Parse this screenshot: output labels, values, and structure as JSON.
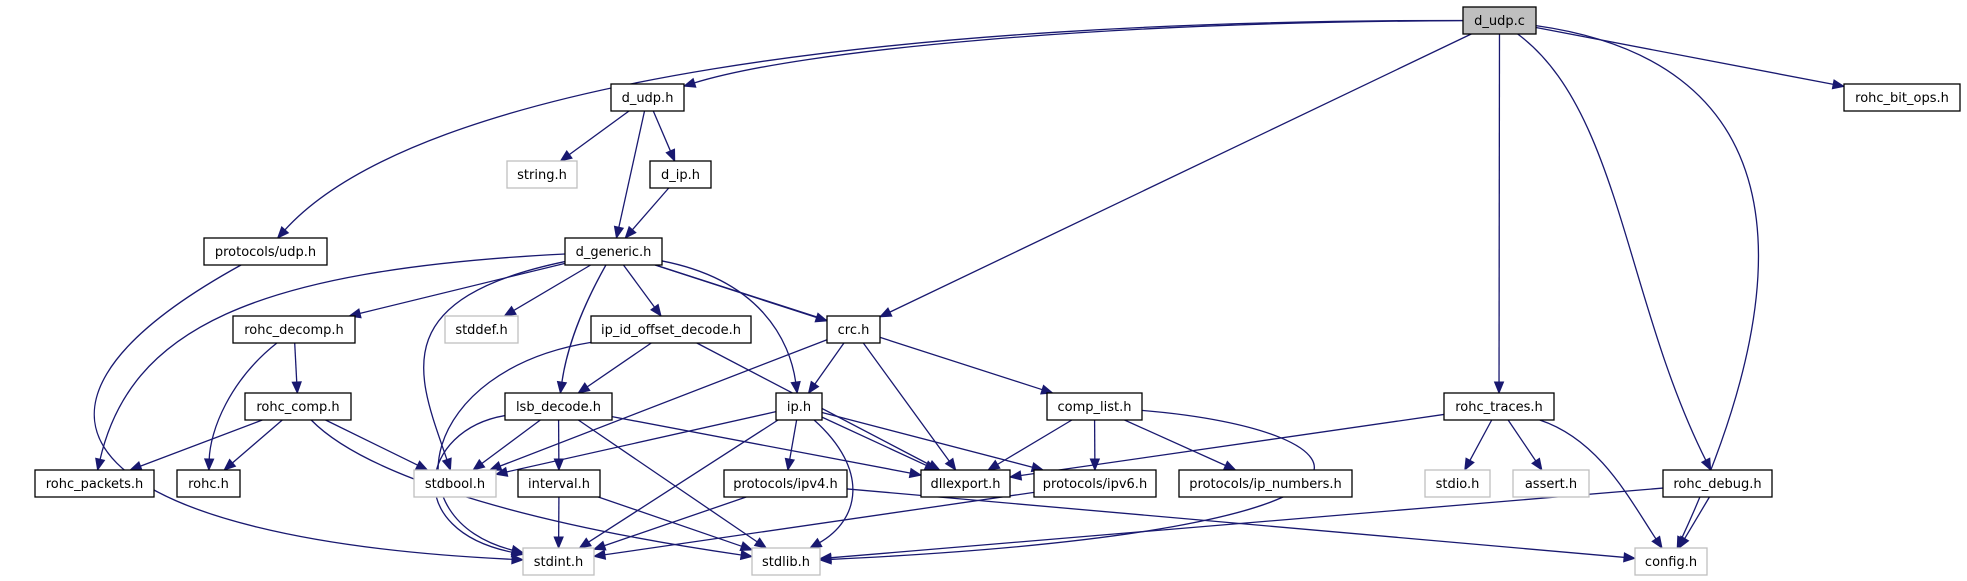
{
  "title": "d_udp.c include dependency graph",
  "colors": {
    "edge": "#191970",
    "root_fill": "#bfbfbf",
    "system_border": "#bfbfbf",
    "local_border": "#000000"
  },
  "nodes": [
    {
      "id": "d_udp_c",
      "label": "d_udp.c",
      "kind": "root"
    },
    {
      "id": "d_udp_h",
      "label": "d_udp.h",
      "kind": "local"
    },
    {
      "id": "rohc_bit_ops_h",
      "label": "rohc_bit_ops.h",
      "kind": "local"
    },
    {
      "id": "string_h",
      "label": "string.h",
      "kind": "system"
    },
    {
      "id": "d_ip_h",
      "label": "d_ip.h",
      "kind": "local"
    },
    {
      "id": "protocols_udp_h",
      "label": "protocols/udp.h",
      "kind": "local"
    },
    {
      "id": "d_generic_h",
      "label": "d_generic.h",
      "kind": "local"
    },
    {
      "id": "rohc_decomp_h",
      "label": "rohc_decomp.h",
      "kind": "local"
    },
    {
      "id": "stddef_h",
      "label": "stddef.h",
      "kind": "system"
    },
    {
      "id": "ip_id_offset_decode_h",
      "label": "ip_id_offset_decode.h",
      "kind": "local"
    },
    {
      "id": "crc_h",
      "label": "crc.h",
      "kind": "local"
    },
    {
      "id": "rohc_comp_h",
      "label": "rohc_comp.h",
      "kind": "local"
    },
    {
      "id": "lsb_decode_h",
      "label": "lsb_decode.h",
      "kind": "local"
    },
    {
      "id": "ip_h",
      "label": "ip.h",
      "kind": "local"
    },
    {
      "id": "comp_list_h",
      "label": "comp_list.h",
      "kind": "local"
    },
    {
      "id": "rohc_traces_h",
      "label": "rohc_traces.h",
      "kind": "local"
    },
    {
      "id": "rohc_packets_h",
      "label": "rohc_packets.h",
      "kind": "local"
    },
    {
      "id": "rohc_h",
      "label": "rohc.h",
      "kind": "local"
    },
    {
      "id": "stdbool_h",
      "label": "stdbool.h",
      "kind": "system"
    },
    {
      "id": "interval_h",
      "label": "interval.h",
      "kind": "local"
    },
    {
      "id": "protocols_ipv4_h",
      "label": "protocols/ipv4.h",
      "kind": "local"
    },
    {
      "id": "dllexport_h",
      "label": "dllexport.h",
      "kind": "local"
    },
    {
      "id": "protocols_ipv6_h",
      "label": "protocols/ipv6.h",
      "kind": "local"
    },
    {
      "id": "protocols_ip_numbers_h",
      "label": "protocols/ip_numbers.h",
      "kind": "local"
    },
    {
      "id": "stdio_h",
      "label": "stdio.h",
      "kind": "system"
    },
    {
      "id": "assert_h",
      "label": "assert.h",
      "kind": "system"
    },
    {
      "id": "rohc_debug_h",
      "label": "rohc_debug.h",
      "kind": "local"
    },
    {
      "id": "stdint_h",
      "label": "stdint.h",
      "kind": "system"
    },
    {
      "id": "stdlib_h",
      "label": "stdlib.h",
      "kind": "system"
    },
    {
      "id": "config_h",
      "label": "config.h",
      "kind": "system"
    }
  ],
  "edges": [
    [
      "d_udp_c",
      "d_udp_h"
    ],
    [
      "d_udp_c",
      "protocols_udp_h"
    ],
    [
      "d_udp_c",
      "crc_h"
    ],
    [
      "d_udp_c",
      "rohc_traces_h"
    ],
    [
      "d_udp_c",
      "rohc_debug_h"
    ],
    [
      "d_udp_c",
      "config_h"
    ],
    [
      "d_udp_c",
      "rohc_bit_ops_h"
    ],
    [
      "d_udp_h",
      "string_h"
    ],
    [
      "d_udp_h",
      "d_generic_h"
    ],
    [
      "d_udp_h",
      "d_ip_h"
    ],
    [
      "d_ip_h",
      "d_generic_h"
    ],
    [
      "protocols_udp_h",
      "stdint_h"
    ],
    [
      "d_generic_h",
      "rohc_packets_h"
    ],
    [
      "d_generic_h",
      "rohc_decomp_h"
    ],
    [
      "d_generic_h",
      "stdbool_h"
    ],
    [
      "d_generic_h",
      "stddef_h"
    ],
    [
      "d_generic_h",
      "lsb_decode_h"
    ],
    [
      "d_generic_h",
      "ip_id_offset_decode_h"
    ],
    [
      "d_generic_h",
      "ip_h"
    ],
    [
      "d_generic_h",
      "crc_h"
    ],
    [
      "d_generic_h",
      "comp_list_h"
    ],
    [
      "rohc_decomp_h",
      "rohc_h"
    ],
    [
      "rohc_decomp_h",
      "rohc_comp_h"
    ],
    [
      "rohc_comp_h",
      "rohc_packets_h"
    ],
    [
      "rohc_comp_h",
      "rohc_h"
    ],
    [
      "rohc_comp_h",
      "stdbool_h"
    ],
    [
      "rohc_comp_h",
      "stdlib_h"
    ],
    [
      "ip_id_offset_decode_h",
      "stdint_h"
    ],
    [
      "ip_id_offset_decode_h",
      "lsb_decode_h"
    ],
    [
      "ip_id_offset_decode_h",
      "dllexport_h"
    ],
    [
      "crc_h",
      "stdbool_h"
    ],
    [
      "crc_h",
      "ip_h"
    ],
    [
      "crc_h",
      "dllexport_h"
    ],
    [
      "lsb_decode_h",
      "stdint_h"
    ],
    [
      "lsb_decode_h",
      "stdbool_h"
    ],
    [
      "lsb_decode_h",
      "interval_h"
    ],
    [
      "lsb_decode_h",
      "stdlib_h"
    ],
    [
      "lsb_decode_h",
      "dllexport_h"
    ],
    [
      "ip_h",
      "stdbool_h"
    ],
    [
      "ip_h",
      "stdint_h"
    ],
    [
      "ip_h",
      "protocols_ipv4_h"
    ],
    [
      "ip_h",
      "dllexport_h"
    ],
    [
      "ip_h",
      "stdlib_h"
    ],
    [
      "ip_h",
      "protocols_ipv6_h"
    ],
    [
      "comp_list_h",
      "dllexport_h"
    ],
    [
      "comp_list_h",
      "protocols_ipv6_h"
    ],
    [
      "comp_list_h",
      "protocols_ip_numbers_h"
    ],
    [
      "comp_list_h",
      "stdlib_h"
    ],
    [
      "rohc_traces_h",
      "dllexport_h"
    ],
    [
      "rohc_traces_h",
      "stdio_h"
    ],
    [
      "rohc_traces_h",
      "assert_h"
    ],
    [
      "rohc_traces_h",
      "config_h"
    ],
    [
      "interval_h",
      "stdint_h"
    ],
    [
      "interval_h",
      "stdlib_h"
    ],
    [
      "protocols_ipv4_h",
      "stdint_h"
    ],
    [
      "protocols_ipv4_h",
      "config_h"
    ],
    [
      "protocols_ipv6_h",
      "stdint_h"
    ],
    [
      "rohc_debug_h",
      "stdlib_h"
    ],
    [
      "rohc_debug_h",
      "config_h"
    ]
  ]
}
